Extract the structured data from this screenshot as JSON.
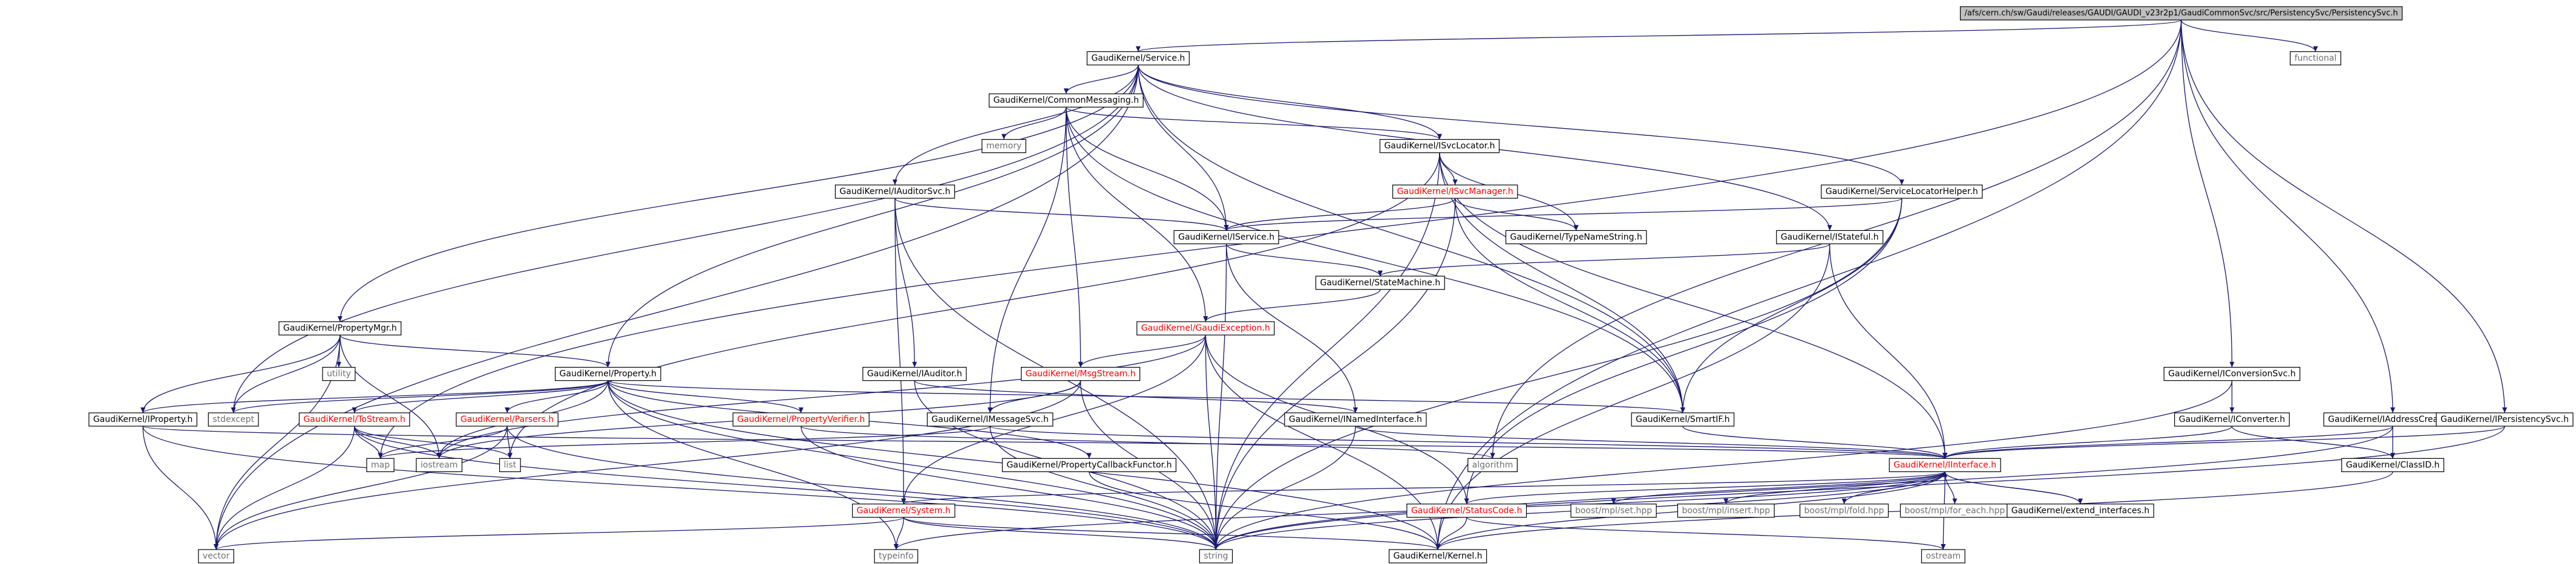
{
  "diagram": {
    "title": "Include dependency graph",
    "colors": {
      "edge": "#191970",
      "node_fill": "#ffffff",
      "root_fill": "#bfbfbf",
      "node_border": "#000000",
      "red_text": "#ff0000",
      "ext_text": "#6f6f6f"
    },
    "nodes": [
      {
        "id": "root",
        "label": "/afs/cern.ch/sw/Gaudi/releases/GAUDI/GAUDI_v23r2p1/GaudiCommonSvc/src/PersistencySvc/PersistencySvc.h",
        "style": "root"
      },
      {
        "id": "service",
        "label": "GaudiKernel/Service.h"
      },
      {
        "id": "functional",
        "label": "functional",
        "style": "ext"
      },
      {
        "id": "commonmessaging",
        "label": "GaudiKernel/CommonMessaging.h"
      },
      {
        "id": "isvclocator",
        "label": "GaudiKernel/ISvcLocator.h"
      },
      {
        "id": "memory",
        "label": "memory",
        "style": "ext"
      },
      {
        "id": "iauditorsvc",
        "label": "GaudiKernel/IAuditorSvc.h"
      },
      {
        "id": "isvcmanager",
        "label": "GaudiKernel/ISvcManager.h",
        "style": "red"
      },
      {
        "id": "servicelocatorhelper",
        "label": "GaudiKernel/ServiceLocatorHelper.h"
      },
      {
        "id": "iservice",
        "label": "GaudiKernel/IService.h"
      },
      {
        "id": "typenamestring",
        "label": "GaudiKernel/TypeNameString.h"
      },
      {
        "id": "istateful",
        "label": "GaudiKernel/IStateful.h"
      },
      {
        "id": "statemachine",
        "label": "GaudiKernel/StateMachine.h"
      },
      {
        "id": "propertymgr",
        "label": "GaudiKernel/PropertyMgr.h"
      },
      {
        "id": "gaudiexception",
        "label": "GaudiKernel/GaudiException.h",
        "style": "red"
      },
      {
        "id": "utility",
        "label": "utility",
        "style": "ext"
      },
      {
        "id": "property",
        "label": "GaudiKernel/Property.h"
      },
      {
        "id": "iauditor",
        "label": "GaudiKernel/IAuditor.h"
      },
      {
        "id": "msgstream",
        "label": "GaudiKernel/MsgStream.h",
        "style": "red"
      },
      {
        "id": "iconversionsvc",
        "label": "GaudiKernel/IConversionSvc.h"
      },
      {
        "id": "iproperty",
        "label": "GaudiKernel/IProperty.h"
      },
      {
        "id": "stdexcept",
        "label": "stdexcept",
        "style": "ext"
      },
      {
        "id": "tostream",
        "label": "GaudiKernel/ToStream.h",
        "style": "red"
      },
      {
        "id": "parsers",
        "label": "GaudiKernel/Parsers.h",
        "style": "red"
      },
      {
        "id": "propertyverifier",
        "label": "GaudiKernel/PropertyVerifier.h",
        "style": "red"
      },
      {
        "id": "imessagesvc",
        "label": "GaudiKernel/IMessageSvc.h"
      },
      {
        "id": "inamedinterface",
        "label": "GaudiKernel/INamedInterface.h"
      },
      {
        "id": "smartif",
        "label": "GaudiKernel/SmartIF.h"
      },
      {
        "id": "iconverter",
        "label": "GaudiKernel/IConverter.h"
      },
      {
        "id": "iaddresscreator",
        "label": "GaudiKernel/IAddressCreator.h"
      },
      {
        "id": "ipersistencysvc",
        "label": "GaudiKernel/IPersistencySvc.h"
      },
      {
        "id": "map",
        "label": "map",
        "style": "ext"
      },
      {
        "id": "iostream",
        "label": "iostream",
        "style": "ext"
      },
      {
        "id": "list",
        "label": "list",
        "style": "ext"
      },
      {
        "id": "propertycallbackfunctor",
        "label": "GaudiKernel/PropertyCallbackFunctor.h"
      },
      {
        "id": "algorithm",
        "label": "algorithm",
        "style": "ext"
      },
      {
        "id": "iinterface",
        "label": "GaudiKernel/IInterface.h",
        "style": "red"
      },
      {
        "id": "classid",
        "label": "GaudiKernel/ClassID.h"
      },
      {
        "id": "system",
        "label": "GaudiKernel/System.h",
        "style": "red"
      },
      {
        "id": "statuscode",
        "label": "GaudiKernel/StatusCode.h",
        "style": "red"
      },
      {
        "id": "mplset",
        "label": "boost/mpl/set.hpp",
        "style": "ext"
      },
      {
        "id": "mplinsert",
        "label": "boost/mpl/insert.hpp",
        "style": "ext"
      },
      {
        "id": "mplfold",
        "label": "boost/mpl/fold.hpp",
        "style": "ext"
      },
      {
        "id": "mplforeach",
        "label": "boost/mpl/for_each.hpp",
        "style": "ext"
      },
      {
        "id": "extendinterfaces",
        "label": "GaudiKernel/extend_interfaces.h"
      },
      {
        "id": "vector",
        "label": "vector",
        "style": "ext"
      },
      {
        "id": "typeinfo",
        "label": "typeinfo",
        "style": "ext"
      },
      {
        "id": "string",
        "label": "string",
        "style": "ext"
      },
      {
        "id": "kernel",
        "label": "GaudiKernel/Kernel.h"
      },
      {
        "id": "ostream",
        "label": "ostream",
        "style": "ext"
      }
    ],
    "edges": [
      [
        "root",
        "service"
      ],
      [
        "root",
        "functional"
      ],
      [
        "root",
        "iconversionsvc"
      ],
      [
        "root",
        "iaddresscreator"
      ],
      [
        "root",
        "ipersistencysvc"
      ],
      [
        "root",
        "map"
      ],
      [
        "root",
        "algorithm"
      ],
      [
        "root",
        "kernel"
      ],
      [
        "service",
        "commonmessaging"
      ],
      [
        "service",
        "isvclocator"
      ],
      [
        "service",
        "iauditorsvc"
      ],
      [
        "service",
        "servicelocatorhelper"
      ],
      [
        "service",
        "iservice"
      ],
      [
        "service",
        "istateful"
      ],
      [
        "service",
        "propertymgr"
      ],
      [
        "service",
        "property"
      ],
      [
        "service",
        "smartif"
      ],
      [
        "service",
        "stdexcept"
      ],
      [
        "service",
        "vector"
      ],
      [
        "commonmessaging",
        "memory"
      ],
      [
        "commonmessaging",
        "isvclocator"
      ],
      [
        "commonmessaging",
        "iservice"
      ],
      [
        "commonmessaging",
        "gaudiexception"
      ],
      [
        "commonmessaging",
        "msgstream"
      ],
      [
        "commonmessaging",
        "imessagesvc"
      ],
      [
        "commonmessaging",
        "smartif"
      ],
      [
        "isvclocator",
        "isvcmanager"
      ],
      [
        "isvclocator",
        "typenamestring"
      ],
      [
        "isvclocator",
        "smartif"
      ],
      [
        "isvclocator",
        "iinterface"
      ],
      [
        "isvclocator",
        "list"
      ],
      [
        "isvclocator",
        "string"
      ],
      [
        "isvcmanager",
        "iservice"
      ],
      [
        "isvcmanager",
        "typenamestring"
      ],
      [
        "isvcmanager",
        "smartif"
      ],
      [
        "isvcmanager",
        "string"
      ],
      [
        "iauditorsvc",
        "iservice"
      ],
      [
        "iauditorsvc",
        "iauditor"
      ],
      [
        "iauditorsvc",
        "system"
      ],
      [
        "iauditorsvc",
        "string"
      ],
      [
        "servicelocatorhelper",
        "iservice"
      ],
      [
        "servicelocatorhelper",
        "smartif"
      ],
      [
        "servicelocatorhelper",
        "statuscode"
      ],
      [
        "servicelocatorhelper",
        "string"
      ],
      [
        "iservice",
        "statemachine"
      ],
      [
        "iservice",
        "inamedinterface"
      ],
      [
        "iservice",
        "string"
      ],
      [
        "istateful",
        "statemachine"
      ],
      [
        "istateful",
        "iinterface"
      ],
      [
        "istateful",
        "kernel"
      ],
      [
        "statemachine",
        "gaudiexception"
      ],
      [
        "gaudiexception",
        "msgstream"
      ],
      [
        "gaudiexception",
        "system"
      ],
      [
        "gaudiexception",
        "statuscode"
      ],
      [
        "gaudiexception",
        "string"
      ],
      [
        "gaudiexception",
        "kernel"
      ],
      [
        "gaudiexception",
        "iostream"
      ],
      [
        "propertymgr",
        "property"
      ],
      [
        "propertymgr",
        "iproperty"
      ],
      [
        "propertymgr",
        "utility"
      ],
      [
        "propertymgr",
        "stdexcept"
      ],
      [
        "propertymgr",
        "iostream"
      ],
      [
        "propertymgr",
        "vector"
      ],
      [
        "property",
        "iproperty"
      ],
      [
        "property",
        "tostream"
      ],
      [
        "property",
        "parsers"
      ],
      [
        "property",
        "propertyverifier"
      ],
      [
        "property",
        "propertycallbackfunctor"
      ],
      [
        "property",
        "smartif"
      ],
      [
        "property",
        "stdexcept"
      ],
      [
        "property",
        "string"
      ],
      [
        "property",
        "kernel"
      ],
      [
        "property",
        "iostream"
      ],
      [
        "property",
        "typeinfo"
      ],
      [
        "iauditor",
        "inamedinterface"
      ],
      [
        "iauditor",
        "string"
      ],
      [
        "msgstream",
        "imessagesvc"
      ],
      [
        "msgstream",
        "string"
      ],
      [
        "msgstream",
        "iostream"
      ],
      [
        "msgstream",
        "vector"
      ],
      [
        "iconversionsvc",
        "iconverter"
      ],
      [
        "iconversionsvc",
        "string"
      ],
      [
        "iproperty",
        "iinterface"
      ],
      [
        "iproperty",
        "vector"
      ],
      [
        "iproperty",
        "string"
      ],
      [
        "tostream",
        "iostream"
      ],
      [
        "tostream",
        "map"
      ],
      [
        "tostream",
        "list"
      ],
      [
        "tostream",
        "vector"
      ],
      [
        "tostream",
        "string"
      ],
      [
        "parsers",
        "map"
      ],
      [
        "parsers",
        "list"
      ],
      [
        "parsers",
        "vector"
      ],
      [
        "parsers",
        "string"
      ],
      [
        "propertyverifier",
        "algorithm"
      ],
      [
        "propertyverifier",
        "string"
      ],
      [
        "imessagesvc",
        "iinterface"
      ],
      [
        "imessagesvc",
        "string"
      ],
      [
        "imessagesvc",
        "map"
      ],
      [
        "inamedinterface",
        "iinterface"
      ],
      [
        "inamedinterface",
        "string"
      ],
      [
        "smartif",
        "iinterface"
      ],
      [
        "iconverter",
        "iinterface"
      ],
      [
        "iconverter",
        "classid"
      ],
      [
        "iaddresscreator",
        "iinterface"
      ],
      [
        "iaddresscreator",
        "classid"
      ],
      [
        "iaddresscreator",
        "string"
      ],
      [
        "ipersistencysvc",
        "iinterface"
      ],
      [
        "ipersistencysvc",
        "string"
      ],
      [
        "propertycallbackfunctor",
        "kernel"
      ],
      [
        "classid",
        "kernel"
      ],
      [
        "iinterface",
        "statuscode"
      ],
      [
        "iinterface",
        "mplset"
      ],
      [
        "iinterface",
        "mplinsert"
      ],
      [
        "iinterface",
        "mplfold"
      ],
      [
        "iinterface",
        "mplforeach"
      ],
      [
        "iinterface",
        "extendinterfaces"
      ],
      [
        "iinterface",
        "kernel"
      ],
      [
        "iinterface",
        "system"
      ],
      [
        "iinterface",
        "typeinfo"
      ],
      [
        "iinterface",
        "ostream"
      ],
      [
        "iinterface",
        "string"
      ],
      [
        "extendinterfaces",
        "iinterface"
      ],
      [
        "system",
        "kernel"
      ],
      [
        "system",
        "string"
      ],
      [
        "system",
        "vector"
      ],
      [
        "system",
        "typeinfo"
      ],
      [
        "statuscode",
        "kernel"
      ],
      [
        "statuscode",
        "ostream"
      ]
    ]
  }
}
